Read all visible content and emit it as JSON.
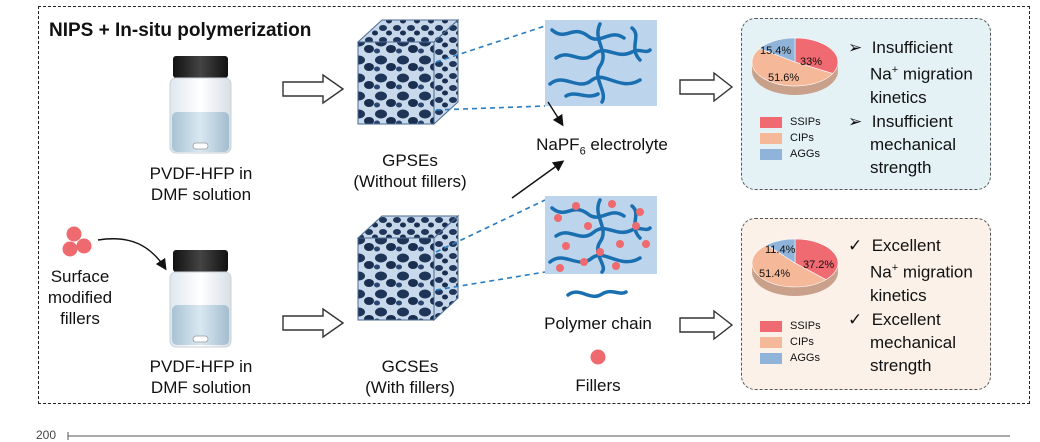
{
  "title": "NIPS + In-situ polymerization",
  "top_row": {
    "vial_label_line1": "PVDF-HFP in",
    "vial_label_line2": "DMF solution",
    "cube_label_line1": "GPSEs",
    "cube_label_line2": "(Without fillers)",
    "electrolyte_label_main": "NaPF",
    "electrolyte_label_sub": "6",
    "electrolyte_label_rest": " electrolyte",
    "pie": {
      "ssips": "33%",
      "cips": "51.6%",
      "aggs": "15.4%"
    },
    "point1": [
      "Insufficient",
      "Na",
      "migration",
      "kinetics"
    ],
    "point2": [
      "Insufficient",
      "mechanical",
      "strength"
    ]
  },
  "bottom_row": {
    "fillers_label": [
      "Surface",
      "modified",
      "fillers"
    ],
    "vial_label_line1": "PVDF-HFP in",
    "vial_label_line2": "DMF solution",
    "cube_label_line1": "GCSEs",
    "cube_label_line2": "(With fillers)",
    "polymer_label": "Polymer chain",
    "fillers_dot_label": "Fillers",
    "pie": {
      "ssips": "37.2%",
      "cips": "51.4%",
      "aggs": "11.4%"
    },
    "point1": [
      "Excellent",
      "Na",
      "migration",
      "kinetics"
    ],
    "point2": [
      "Excellent",
      "mechanical",
      "strength"
    ]
  },
  "legend": {
    "ssips": "SSIPs",
    "cips": "CIPs",
    "aggs": "AGGs"
  },
  "superscript_plus": "+",
  "bottom_axis_tick": "200",
  "colors": {
    "ssips": "#f06a72",
    "cips": "#f5b99a",
    "aggs": "#8fb3d9",
    "panel_top": "#e4f2f6",
    "panel_bottom": "#fbf1e9",
    "chain": "#1a6fb0",
    "filler": "#ee6a6f",
    "mesh_bg": "#bcd4ec"
  }
}
